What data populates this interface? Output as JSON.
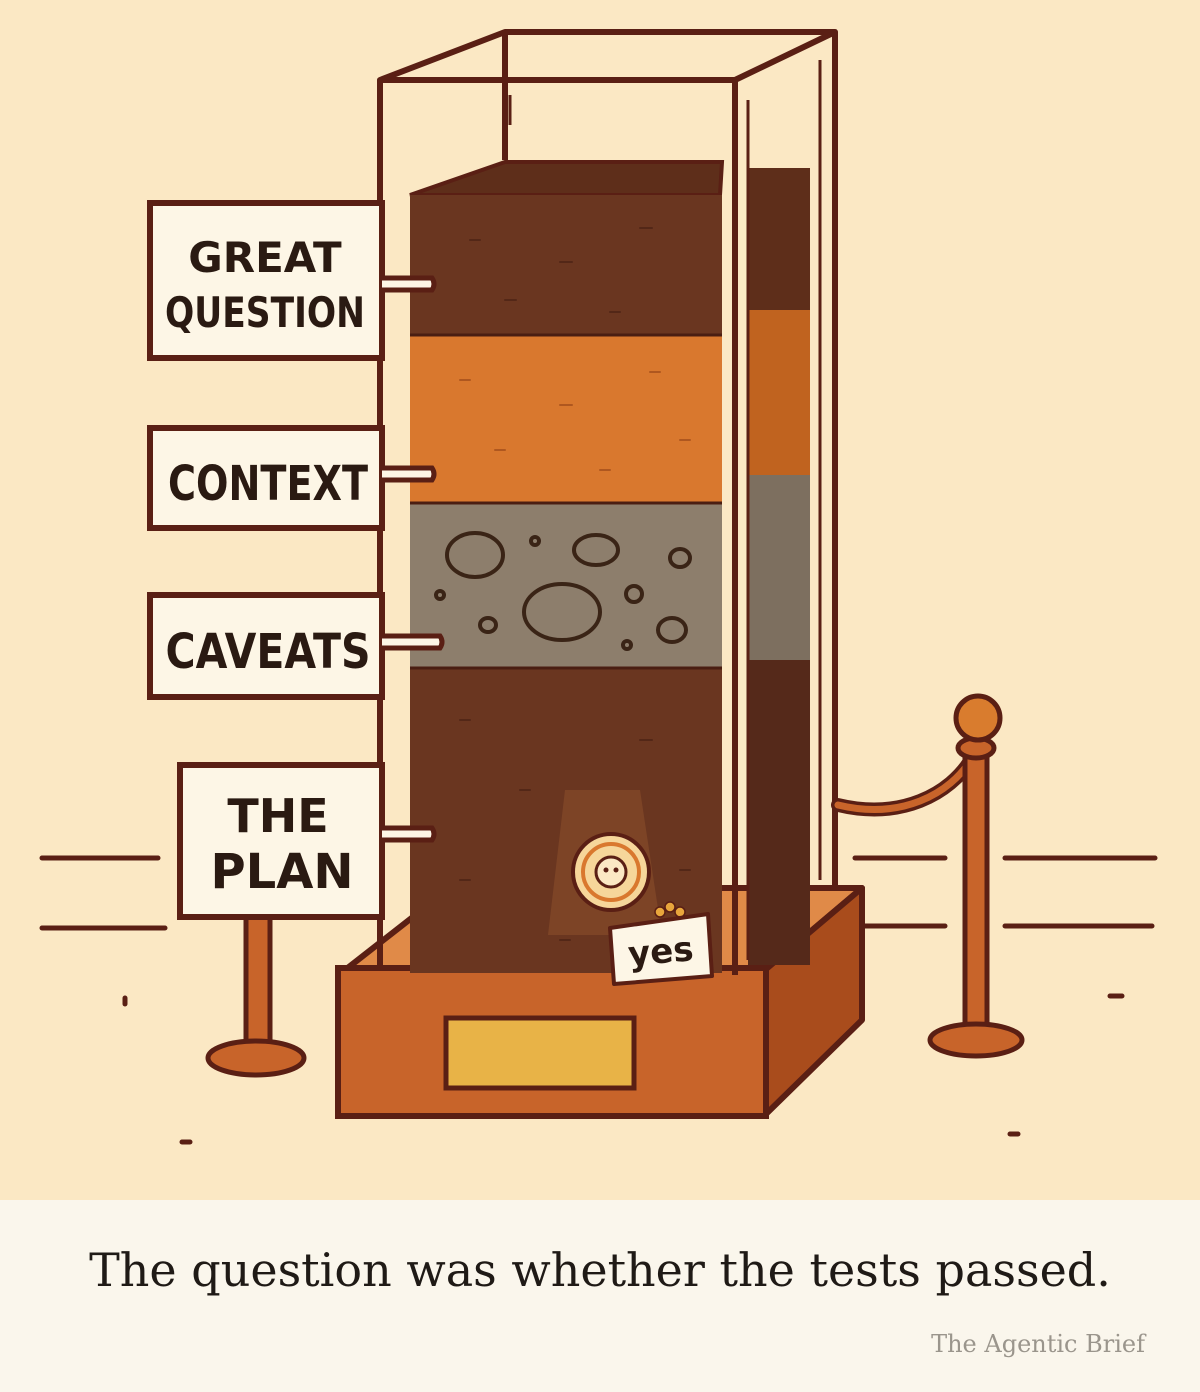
{
  "signs": {
    "great_question_line1": "GREAT",
    "great_question_line2": "QUESTION",
    "context": "CONTEXT",
    "caveats": "CAVEATS",
    "the_plan_line1": "THE",
    "the_plan_line2": "PLAN"
  },
  "artifact_tag": "yes",
  "caption": "The question was whether the tests passed.",
  "credit": "The Agentic Brief",
  "colors": {
    "background": "#fbe8c4",
    "footer": "#faf6ec",
    "outline": "#5a1f14",
    "dark_soil": "#6a3620",
    "orange_layer": "#d9782e",
    "gravel_layer": "#8d7e6c",
    "plinth": "#c8642a",
    "plaque": "#e8b347"
  }
}
